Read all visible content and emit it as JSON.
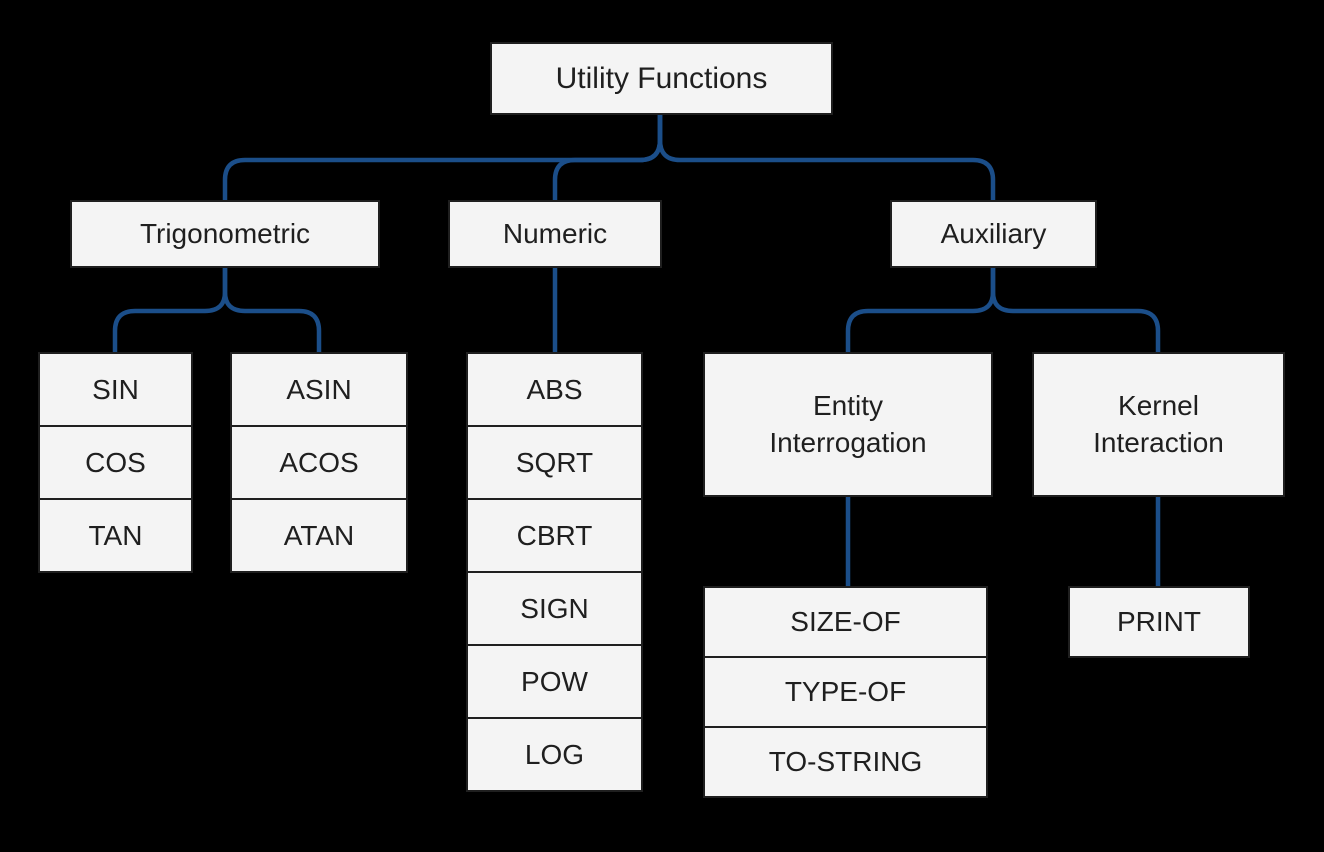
{
  "root": {
    "label": "Utility Functions"
  },
  "categories": {
    "trigonometric": {
      "label": "Trigonometric"
    },
    "numeric": {
      "label": "Numeric"
    },
    "auxiliary": {
      "label": "Auxiliary"
    }
  },
  "groups": {
    "trig_direct": {
      "items": [
        "SIN",
        "COS",
        "TAN"
      ]
    },
    "trig_inverse": {
      "items": [
        "ASIN",
        "ACOS",
        "ATAN"
      ]
    },
    "numeric_funcs": {
      "items": [
        "ABS",
        "SQRT",
        "CBRT",
        "SIGN",
        "POW",
        "LOG"
      ]
    },
    "entity_interrogation": {
      "label": "Entity Interrogation",
      "items": [
        "SIZE-OF",
        "TYPE-OF",
        "TO-STRING"
      ]
    },
    "kernel_interaction": {
      "label": "Kernel Interaction",
      "items": [
        "PRINT"
      ]
    }
  },
  "colors": {
    "background": "#000000",
    "box_fill": "#f4f4f4",
    "box_border": "#1f1f1f",
    "connector": "#1b4e89",
    "text": "#1f1f1f"
  }
}
